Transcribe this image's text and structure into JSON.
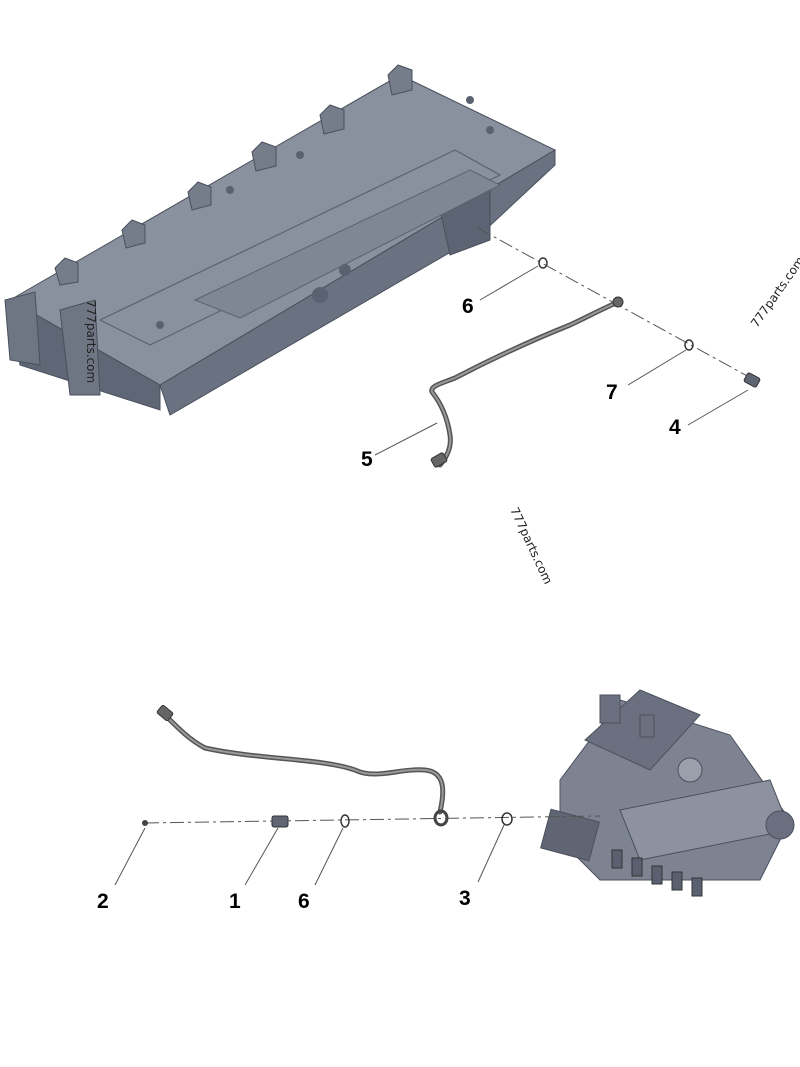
{
  "callouts": {
    "upper": {
      "c6": "6",
      "c7": "7",
      "c4": "4",
      "c5": "5"
    },
    "lower": {
      "c2": "2",
      "c1": "1",
      "c6": "6",
      "c3": "3"
    }
  },
  "watermarks": {
    "left": "777parts.com",
    "middle": "777parts.com",
    "right": "777parts.com"
  },
  "colors": {
    "housing": "#7d8593",
    "housing_dark": "#5a6170",
    "line": "#555555"
  }
}
